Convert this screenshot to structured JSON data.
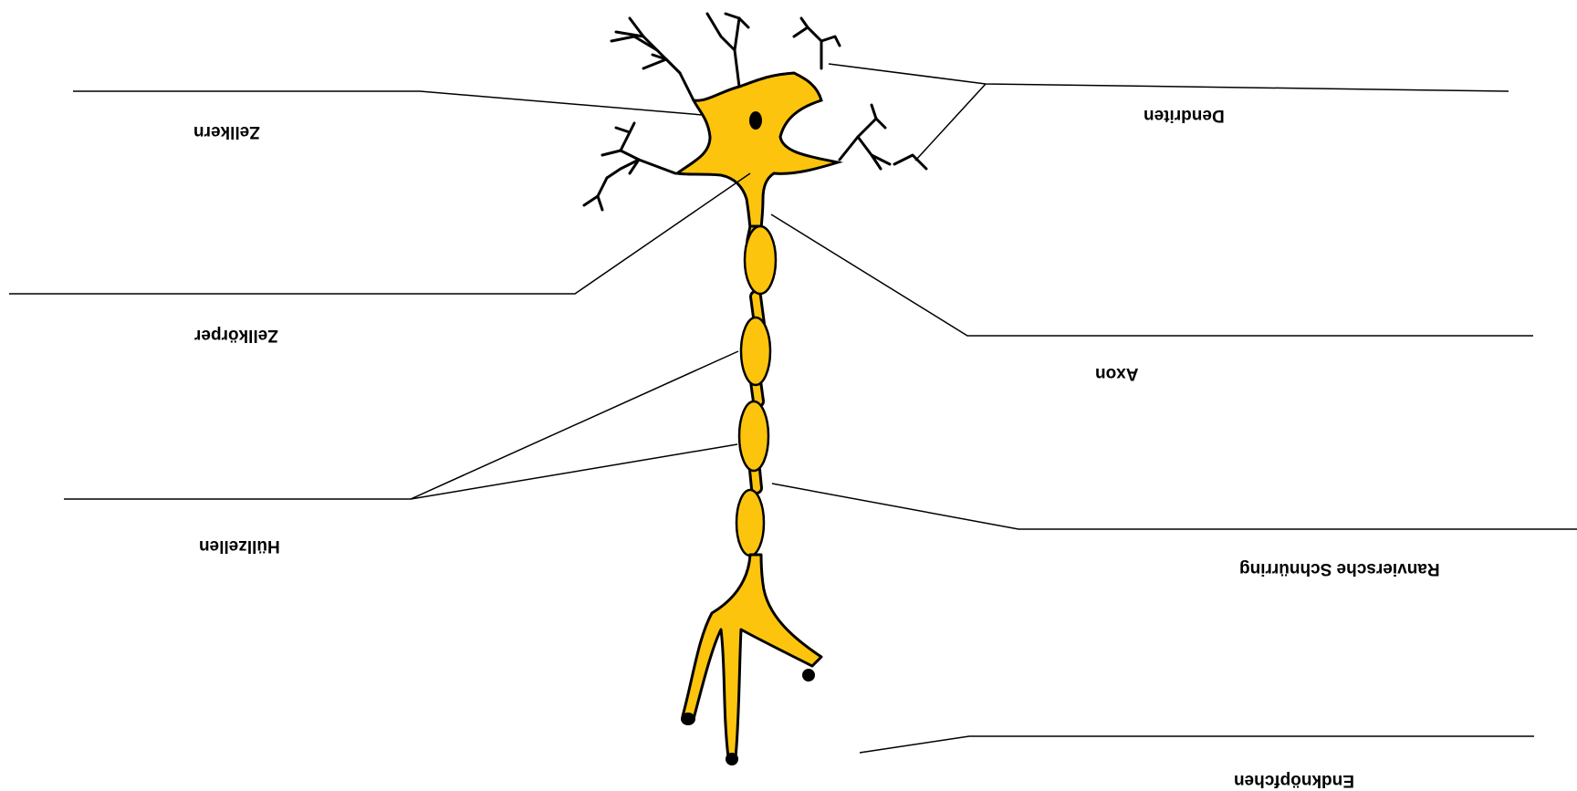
{
  "colors": {
    "cell_fill": "#FDC40E",
    "outline": "#000000",
    "background": "#FFFFFF"
  },
  "labels": {
    "zellkern": "Zellkern",
    "dendriten": "Dendriten",
    "zellkoerper": "Zellkörper",
    "axon": "Axon",
    "huellzellen": "Hüllzellen",
    "ranviersche": "Ranviersche Schnürring",
    "endknoepfchen": "Endknöpfchen"
  },
  "orientation": "rotated-180"
}
